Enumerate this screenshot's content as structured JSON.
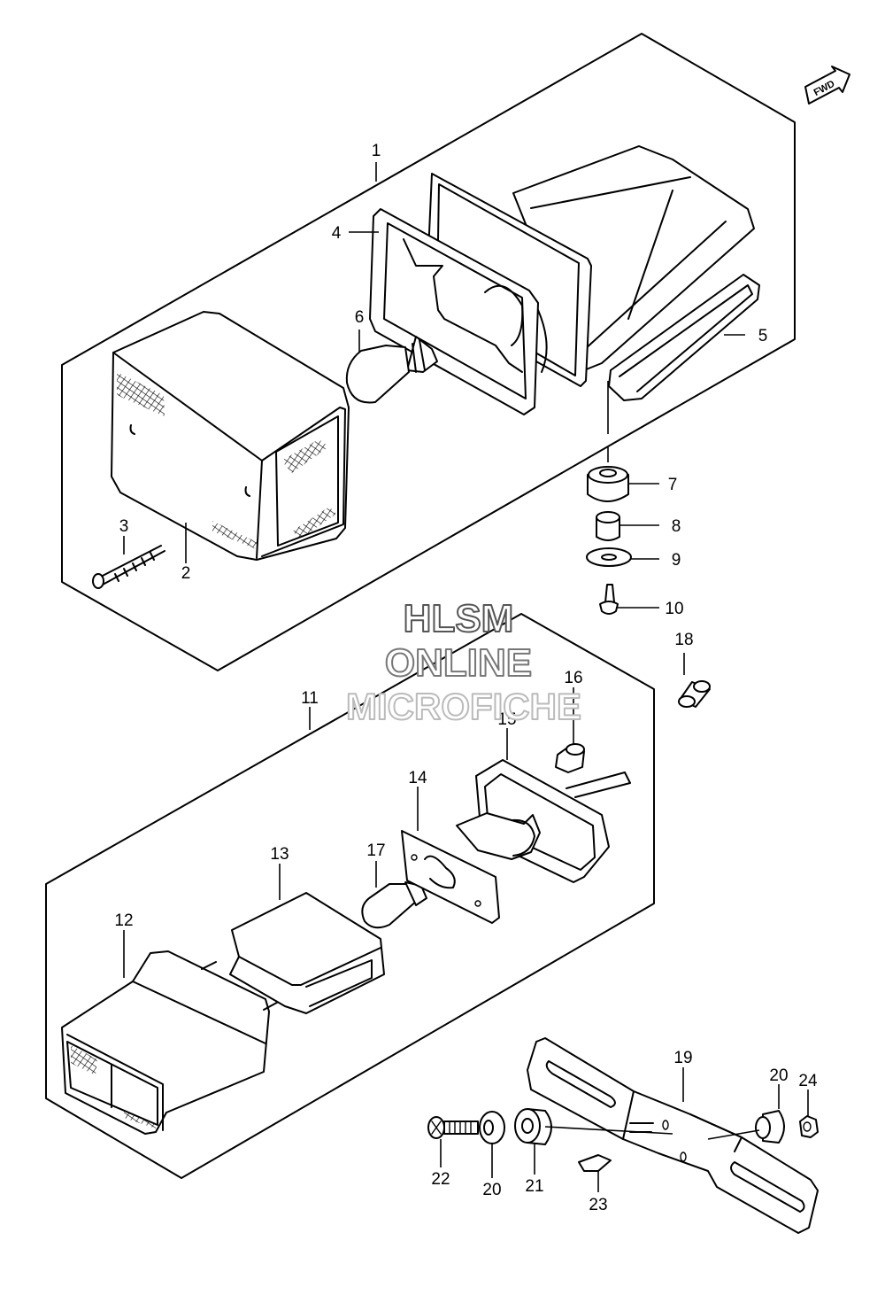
{
  "fwd_label": "FWD",
  "watermark": [
    "HLSM",
    "ONLINE",
    "MICROFICHE"
  ],
  "parts": {
    "p1": "1",
    "p2": "2",
    "p3": "3",
    "p4": "4",
    "p5": "5",
    "p6": "6",
    "p7": "7",
    "p8": "8",
    "p9": "9",
    "p10": "10",
    "p11": "11",
    "p12": "12",
    "p13": "13",
    "p14": "14",
    "p15": "15",
    "p16": "16",
    "p17": "17",
    "p18": "18",
    "p19": "19",
    "p20a": "20",
    "p20b": "20",
    "p21": "21",
    "p22": "22",
    "p23": "23",
    "p24": "24"
  }
}
